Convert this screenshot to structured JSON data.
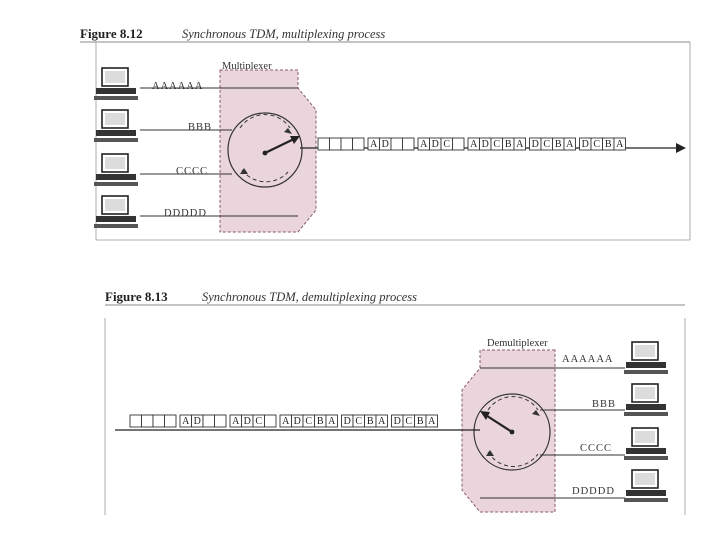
{
  "fig12": {
    "number": "Figure 8.12",
    "title": "Synchronous TDM, multiplexing process",
    "box_label": "Multiplexer",
    "inputs": [
      "AAAAAA",
      "BBB",
      "CCCC",
      "DDDDD"
    ],
    "stream": [
      [
        "",
        "",
        "",
        ""
      ],
      [
        "A",
        "D",
        "",
        ""
      ],
      [
        "A",
        "D",
        "C",
        ""
      ],
      [
        "A",
        "D",
        "C",
        "B",
        "A"
      ],
      [
        "D",
        "C",
        "B",
        "A"
      ],
      [
        "D",
        "C",
        "B",
        "A"
      ]
    ]
  },
  "fig13": {
    "number": "Figure 8.13",
    "title": "Synchronous TDM, demultiplexing process",
    "box_label": "Demultiplexer",
    "outputs": [
      "AAAAAA",
      "BBB",
      "CCCC",
      "DDDDD"
    ],
    "stream": [
      [
        "",
        "",
        "",
        ""
      ],
      [
        "A",
        "D",
        "",
        ""
      ],
      [
        "A",
        "D",
        "C",
        ""
      ],
      [
        "A",
        "D",
        "C",
        "B",
        "A"
      ],
      [
        "D",
        "C",
        "B",
        "A"
      ],
      [
        "D",
        "C",
        "B",
        "A"
      ]
    ]
  }
}
